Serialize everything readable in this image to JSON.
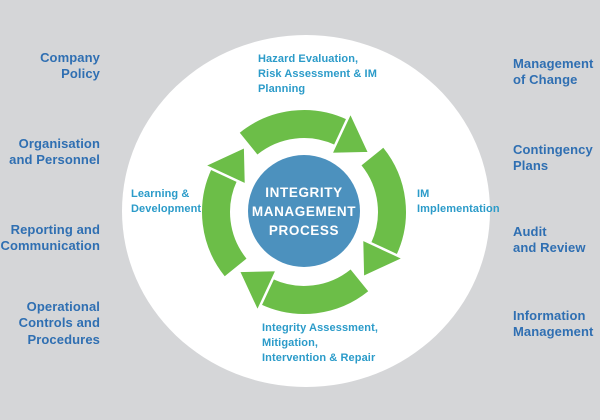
{
  "colors": {
    "background_gray": "#D5D6D8",
    "ring_green": "#6CBE48",
    "center_circle_blue": "#4C91BE",
    "outer_label_blue": "#2F6FB2",
    "cycle_label_teal": "#2B9BC9",
    "inner_disc_white": "#FFFFFF"
  },
  "center": {
    "label": "INTEGRITY\nMANAGEMENT\nPROCESS"
  },
  "cycle": {
    "top": "Hazard Evaluation,\nRisk Assessment & IM\nPlanning",
    "right": "IM\nImplementation",
    "bottom": "Integrity Assessment,\nMitigation,\nIntervention & Repair",
    "left": "Learning &\nDevelopment"
  },
  "left_column": {
    "0": "Company\nPolicy",
    "1": "Organisation\nand Personnel",
    "2": "Reporting and\nCommunication",
    "3": "Operational\nControls and\nProcedures"
  },
  "right_column": {
    "0": "Management\nof Change",
    "1": "Contingency\nPlans",
    "2": "Audit\nand Review",
    "3": "Information\nManagement"
  }
}
